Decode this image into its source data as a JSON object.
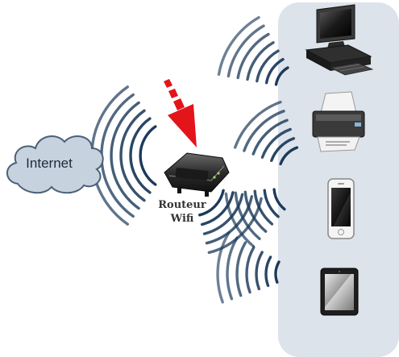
{
  "labels": {
    "cloud": "Internet",
    "router_line1": "Routeur",
    "router_line2": "Wifi"
  },
  "devices": [
    {
      "kind": "desktop-computer"
    },
    {
      "kind": "printer"
    },
    {
      "kind": "smartphone"
    },
    {
      "kind": "tablet"
    }
  ],
  "colors": {
    "panel": "#dde3ea",
    "cloud_fill": "#c6d3df",
    "cloud_stroke": "#4a6078",
    "wave": "#1c3a5a",
    "arrow": "#e3141a",
    "router_body": "#2a2a2a"
  }
}
